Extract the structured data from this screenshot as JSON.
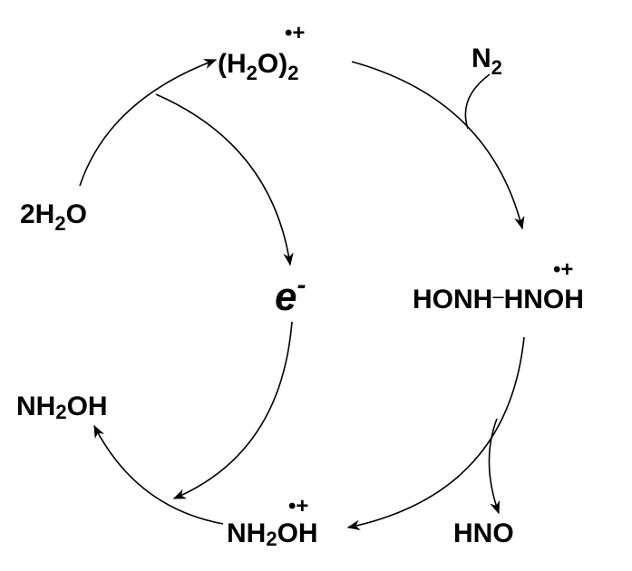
{
  "species": {
    "water_dimer": {
      "open": "(H",
      "sub1": "2",
      "mid": "O)",
      "sub2": "2",
      "charge": "•+"
    },
    "nitrogen": {
      "main": "N",
      "sub": "2"
    },
    "water": {
      "pre": "2H",
      "sub": "2",
      "post": "O"
    },
    "electron": {
      "main": "e",
      "sup": "-"
    },
    "intermediate": {
      "left": "HONH",
      "bond": "–",
      "right": "HNOH",
      "charge": "•+"
    },
    "hydroxylamine": {
      "pre": "NH",
      "sub": "2",
      "post": "OH"
    },
    "hydroxylamine_cation": {
      "pre": "NH",
      "sub": "2",
      "post": "OH",
      "charge": "•+"
    },
    "nitroxyl": {
      "main": "HNO"
    }
  }
}
